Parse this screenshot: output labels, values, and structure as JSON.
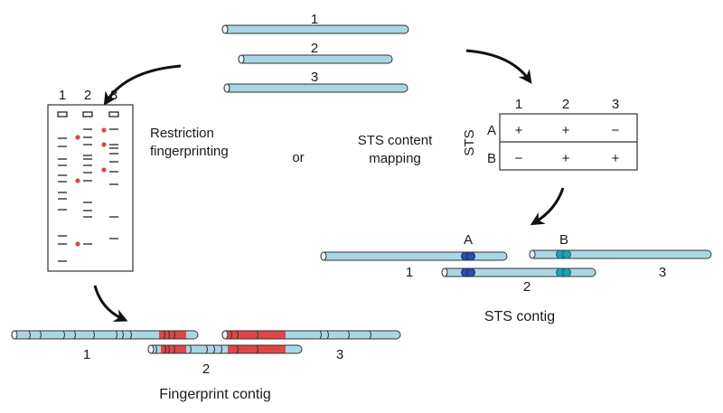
{
  "clones": {
    "labels": [
      "1",
      "2",
      "3"
    ]
  },
  "gel": {
    "lane_labels": [
      "1",
      "2",
      "3"
    ]
  },
  "methods": {
    "fingerprinting": [
      "Restriction",
      "fingerprinting"
    ],
    "or": "or",
    "sts": [
      "STS content",
      "mapping"
    ]
  },
  "sts_table": {
    "axis_label": "STS",
    "columns": [
      "1",
      "2",
      "3"
    ],
    "rows": [
      {
        "name": "A",
        "cells": [
          "+",
          "+",
          "−"
        ]
      },
      {
        "name": "B",
        "cells": [
          "−",
          "+",
          "+"
        ]
      }
    ]
  },
  "sts_contig": {
    "marker_labels": [
      "A",
      "B"
    ],
    "clone_labels": [
      "1",
      "2",
      "3"
    ],
    "caption": "STS contig",
    "colors": {
      "A": "#2a4fa8",
      "B": "#1fa0b8"
    }
  },
  "fingerprint_contig": {
    "clone_labels": [
      "1",
      "2",
      "3"
    ],
    "caption": "Fingerprint contig",
    "colors": {
      "shared": "#e04646"
    }
  },
  "colors": {
    "rod": "#a9d6e5",
    "rod_outline": "#333333"
  }
}
